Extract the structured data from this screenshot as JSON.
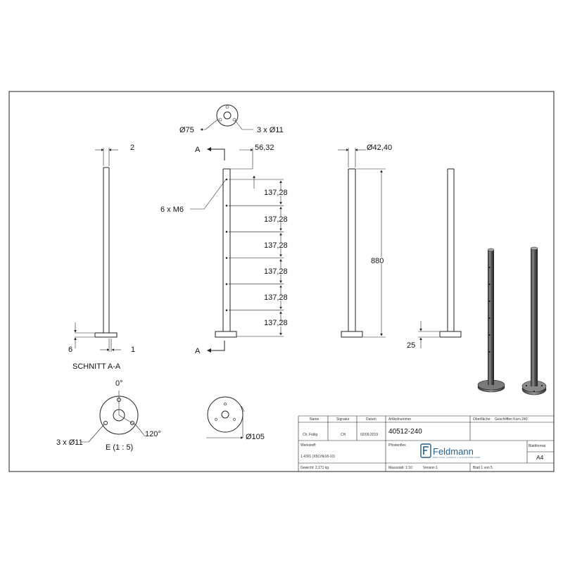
{
  "dims": {
    "top_dia": "Ø75",
    "top_holes": "3 x Ø11",
    "wall": "2",
    "base_thk": "6",
    "gap": "1",
    "section_caption": "SCHNITT A-A",
    "sec_letter": "A",
    "offset": "56,32",
    "thread": "6 x M6",
    "spacings": [
      "137,28",
      "137,28",
      "137,28",
      "137,28",
      "137,28",
      "137,28"
    ],
    "tube_dia": "Ø42,40",
    "height": "880",
    "plate": "25",
    "angle0": "0°",
    "angle120": "120°",
    "detail_holes": "3 x Ø11",
    "detail_caption": "E (1 : 5)",
    "plate_dia": "Ø105"
  },
  "title_block": {
    "h_name": "Name",
    "h_signatur": "Signatur",
    "h_datum": "Datum",
    "name": "Ch. Fiälig",
    "signatur": "CH",
    "datum": "02/09.2019",
    "h_artikel": "Artikelnummer",
    "artikel": "40512-240",
    "h_oberflaeche": "Oberfläche:",
    "oberflaeche": "Geschliffen Korn 240",
    "h_werkstoff": "Werkstoff:",
    "werkstoff": "1.4301 (X5CrNi18-10)",
    "benennung": "Pfostenflex",
    "brand": "Feldmann",
    "brand_sub": "EDELSTAHL HANDELS & SCHWEISSBETRIEB",
    "h_blattformat": "Blattformat",
    "blattformat": "A4",
    "gewicht": "Gewicht: 2,171 kg",
    "massstab": "Massstab: 1:10",
    "version": "Version:1",
    "blatt": "Blatt 1 von 5"
  }
}
